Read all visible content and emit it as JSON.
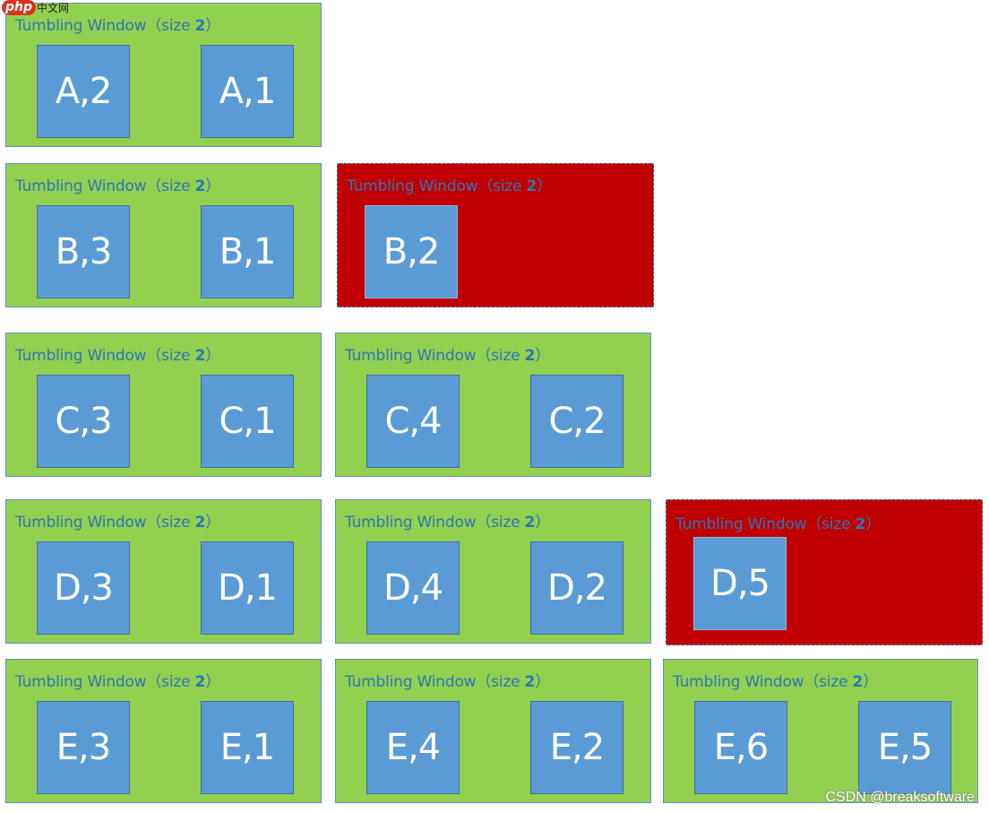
{
  "logo": {
    "php": "php",
    "cn": "中文网"
  },
  "window_label_prefix": "Tumbling Window（size ",
  "window_label_size": "2",
  "window_label_suffix": "）",
  "rows": [
    {
      "windows": [
        {
          "status": "complete",
          "items": [
            "A,2",
            "A,1"
          ]
        }
      ]
    },
    {
      "windows": [
        {
          "status": "complete",
          "items": [
            "B,3",
            "B,1"
          ]
        },
        {
          "status": "incomplete",
          "items": [
            "B,2"
          ]
        }
      ]
    },
    {
      "windows": [
        {
          "status": "complete",
          "items": [
            "C,3",
            "C,1"
          ]
        },
        {
          "status": "complete",
          "items": [
            "C,4",
            "C,2"
          ]
        }
      ]
    },
    {
      "windows": [
        {
          "status": "complete",
          "items": [
            "D,3",
            "D,1"
          ]
        },
        {
          "status": "complete",
          "items": [
            "D,4",
            "D,2"
          ]
        },
        {
          "status": "incomplete",
          "items": [
            "D,5"
          ]
        }
      ]
    },
    {
      "windows": [
        {
          "status": "complete",
          "items": [
            "E,3",
            "E,1"
          ]
        },
        {
          "status": "complete",
          "items": [
            "E,4",
            "E,2"
          ]
        },
        {
          "status": "complete",
          "items": [
            "E,6",
            "E,5"
          ]
        }
      ]
    }
  ],
  "colors": {
    "complete_window": "#92d050",
    "incomplete_window": "#c00000",
    "item_box": "#5b9bd5",
    "label_text": "#2e75b6"
  },
  "watermark": "CSDN @breaksoftware"
}
